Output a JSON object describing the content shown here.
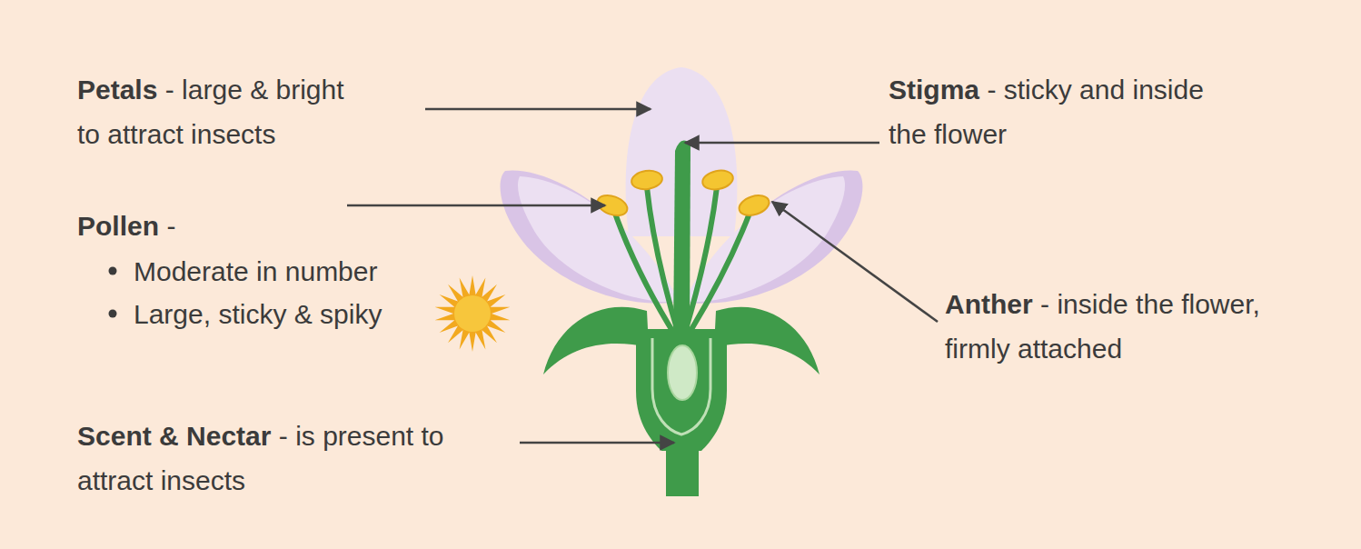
{
  "diagram": {
    "labels": [
      "Petals",
      "- large & bright to attract insects",
      "Stigma",
      "- sticky and inside the flower",
      "Pollen",
      "-",
      "Moderate in number",
      "Large, sticky & spiky",
      "Anther",
      "- inside the flower, firmly attached",
      "Scent & Nectar",
      "- is present to attract insects"
    ]
  }
}
